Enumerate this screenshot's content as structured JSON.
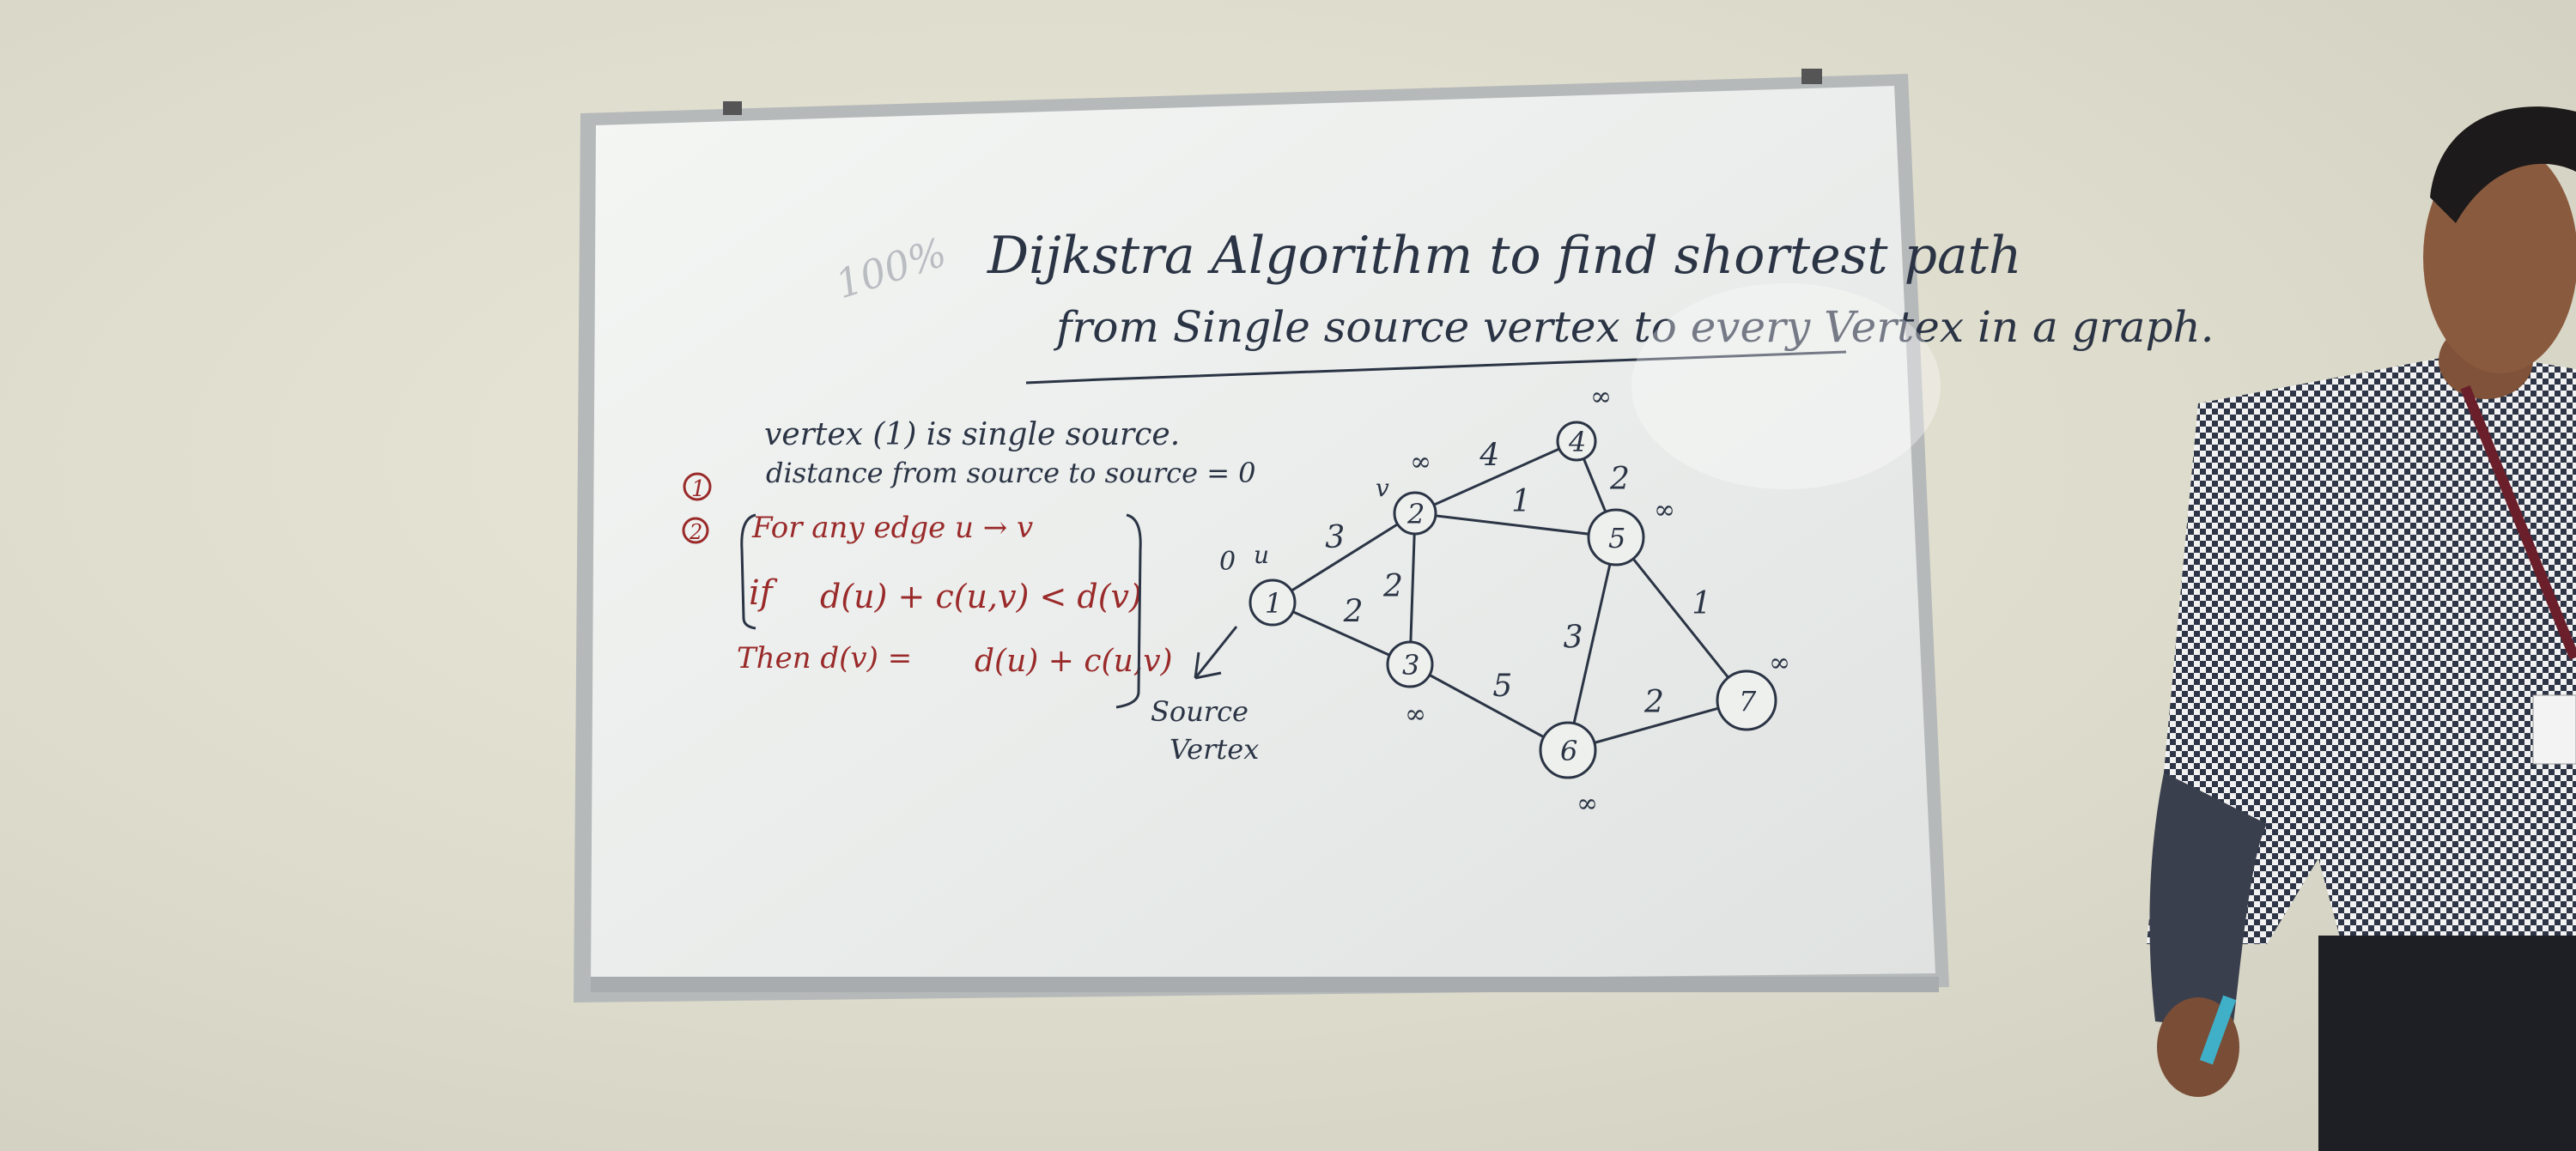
{
  "board": {
    "title_line1": "Dijkstra Algorithm to find shortest path",
    "title_line2": "from Single source vertex to every Vertex in a graph.",
    "margin_scribble": "100%",
    "source_line": "vertex (1) is single source.",
    "step1_num": "1",
    "step1_text": "distance from source to source = 0",
    "step2_num": "2",
    "rule_line1": "For any edge u → v",
    "rule_if": "if",
    "rule_condition": "d(u) + c(u,v) < d(v)",
    "rule_then": "Then d(v) =",
    "rule_update": "d(u) + c(u,v)",
    "source_caption_1": "Source",
    "source_caption_2": "Vertex"
  },
  "graph": {
    "nodes": [
      {
        "id": "1",
        "dist": "0",
        "tag": "u"
      },
      {
        "id": "2",
        "dist": "∞",
        "tag": "v"
      },
      {
        "id": "3",
        "dist": "∞",
        "tag": ""
      },
      {
        "id": "4",
        "dist": "∞",
        "tag": ""
      },
      {
        "id": "5",
        "dist": "∞",
        "tag": ""
      },
      {
        "id": "6",
        "dist": "∞",
        "tag": ""
      },
      {
        "id": "7",
        "dist": "∞",
        "tag": ""
      }
    ],
    "edges": [
      {
        "from": "1",
        "to": "2",
        "weight": "3"
      },
      {
        "from": "1",
        "to": "3",
        "weight": "2"
      },
      {
        "from": "2",
        "to": "3",
        "weight": "2"
      },
      {
        "from": "2",
        "to": "4",
        "weight": "4"
      },
      {
        "from": "2",
        "to": "5",
        "weight": "1"
      },
      {
        "from": "4",
        "to": "5",
        "weight": "2"
      },
      {
        "from": "3",
        "to": "6",
        "weight": "5"
      },
      {
        "from": "5",
        "to": "6",
        "weight": "3"
      },
      {
        "from": "5",
        "to": "7",
        "weight": "1"
      },
      {
        "from": "6",
        "to": "7",
        "weight": "2"
      }
    ]
  },
  "colors": {
    "wall": "#dddbcb",
    "board": "#eef0ee",
    "frame": "#b9bcbd",
    "black_marker": "#2b3445",
    "red_marker": "#9a2a2a",
    "shirt_check": "#30384a",
    "skin": "#8a5a3e"
  }
}
